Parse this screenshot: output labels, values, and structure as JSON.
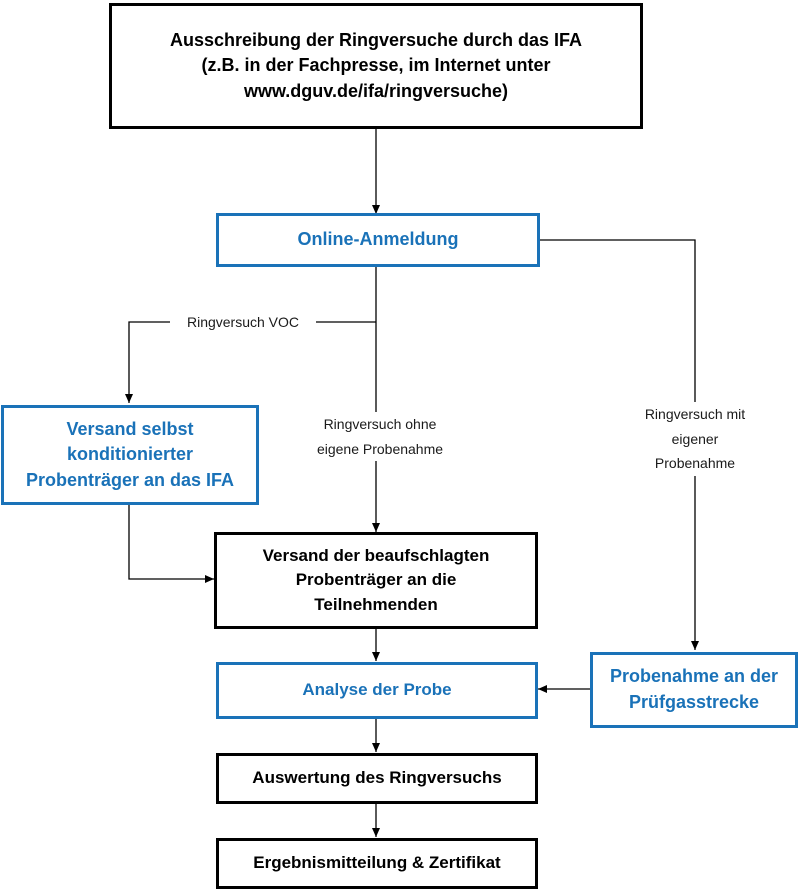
{
  "boxes": {
    "ausschreibung": [
      "Ausschreibung der Ringversuche durch das IFA",
      "(z.B. in der Fachpresse, im Internet unter",
      "www.dguv.de/ifa/ringversuche)"
    ],
    "anmeldung": [
      "Online-Anmeldung"
    ],
    "versand_selbst": [
      "Versand selbst",
      "konditionierter",
      "Probenträger an das IFA"
    ],
    "versand_beauf": [
      "Versand der beaufschlagten",
      "Probenträger an die",
      "Teilnehmenden"
    ],
    "analyse": [
      "Analyse der Probe"
    ],
    "probenahme": [
      "Probenahme an der",
      "Prüfgasstrecke"
    ],
    "auswertung": [
      "Auswertung des Ringversuchs"
    ],
    "ergebnis": [
      "Ergebnismitteilung & Zertifikat"
    ]
  },
  "labels": {
    "voc": [
      "Ringversuch VOC"
    ],
    "ohne": [
      "Ringversuch ohne",
      "eigene Probenahme"
    ],
    "mit": [
      "Ringversuch mit",
      "eigener",
      "Probenahme"
    ]
  },
  "colors": {
    "box_border_primary": "#000000",
    "box_border_accent": "#1a72b8",
    "connector": "#000000"
  }
}
